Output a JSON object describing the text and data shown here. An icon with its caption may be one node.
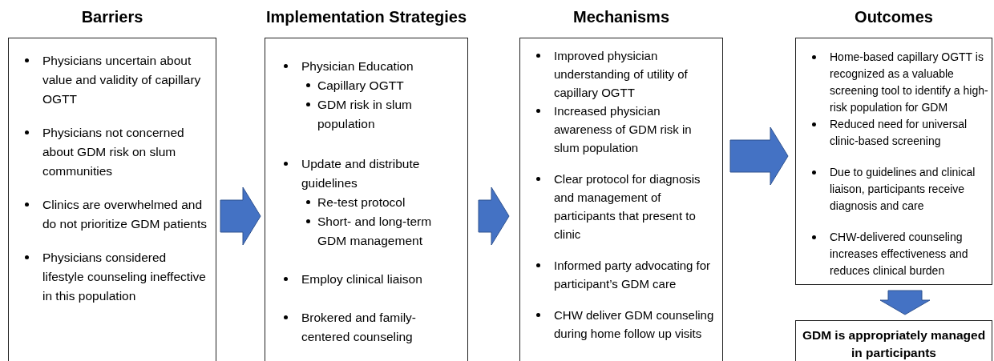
{
  "diagram": {
    "nodes": [
      {
        "text": [
          "Barriers",
          "Physicians uncertain about value and validity of capillary OGTT",
          "Physicians not concerned about GDM risk on slum communities",
          "Clinics are overwhelmed and do not prioritize GDM patients",
          "Physicians considered lifestyle counseling ineffective in this population"
        ]
      },
      {
        "text": [
          "Implementation Strategies",
          "Physician Education",
          "Capillary OGTT",
          "GDM risk in slum population",
          "Update and distribute guidelines",
          "Re-test protocol",
          "Short- and long-term GDM management",
          "Employ clinical liaison",
          "Brokered and family-centered counseling"
        ]
      },
      {
        "text": [
          "Mechanisms",
          "Improved physician understanding of utility of capillary OGTT",
          "Increased physician awareness of GDM risk in slum population",
          "Clear protocol for diagnosis and management of participants that present to clinic",
          "Informed party advocating for participant’s GDM care",
          "CHW deliver GDM counseling during home follow up visits"
        ]
      },
      {
        "text": [
          "Outcomes",
          "Home-based capillary OGTT is recognized as a valuable screening  tool to identify a high-risk population for GDM",
          "Reduced need for universal clinic-based screening",
          "Due to guidelines and clinical liaison, participants receive diagnosis and care",
          "CHW-delivered counseling increases effectiveness and reduces clinical burden"
        ]
      },
      {
        "text": [
          "GDM is appropriately managed in participants"
        ]
      }
    ],
    "edges": [
      {
        "from": 0,
        "to": 1,
        "arrow": "to"
      },
      {
        "from": 1,
        "to": 2,
        "arrow": "to"
      },
      {
        "from": 2,
        "to": 3,
        "arrow": "to"
      },
      {
        "from": 3,
        "to": 4,
        "arrow": "to"
      }
    ]
  }
}
